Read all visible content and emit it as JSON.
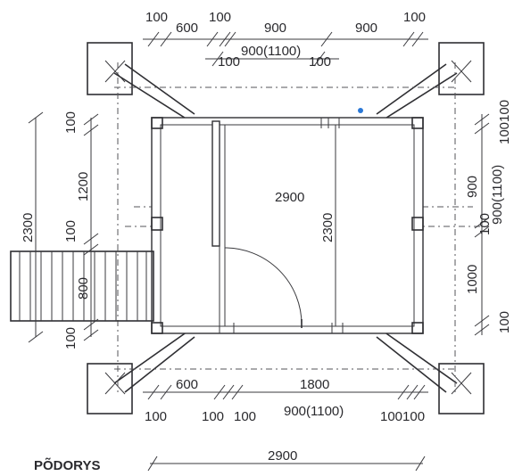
{
  "title": "PÕDORYS",
  "top_dims": {
    "row1": [
      "100",
      "600",
      "100",
      "900",
      "900",
      "100"
    ],
    "row2": [
      "100",
      "900(1100)",
      "100"
    ]
  },
  "bottom_dims": {
    "row1": [
      "600",
      "1800"
    ],
    "row2": [
      "100",
      "100",
      "100",
      "900(1100)",
      "100100"
    ]
  },
  "overall_width": "2900",
  "inner_width": "2900",
  "inner_height": "2300",
  "left_dims": {
    "outer": "2300",
    "inner": [
      "100",
      "1200",
      "100",
      "800",
      "100"
    ]
  },
  "right_dims": [
    "100100",
    "900",
    "100",
    "900(1100)",
    "1000",
    "100"
  ],
  "colors": {
    "line": "#2f2f33",
    "accent_dot": "#2a78d6"
  }
}
